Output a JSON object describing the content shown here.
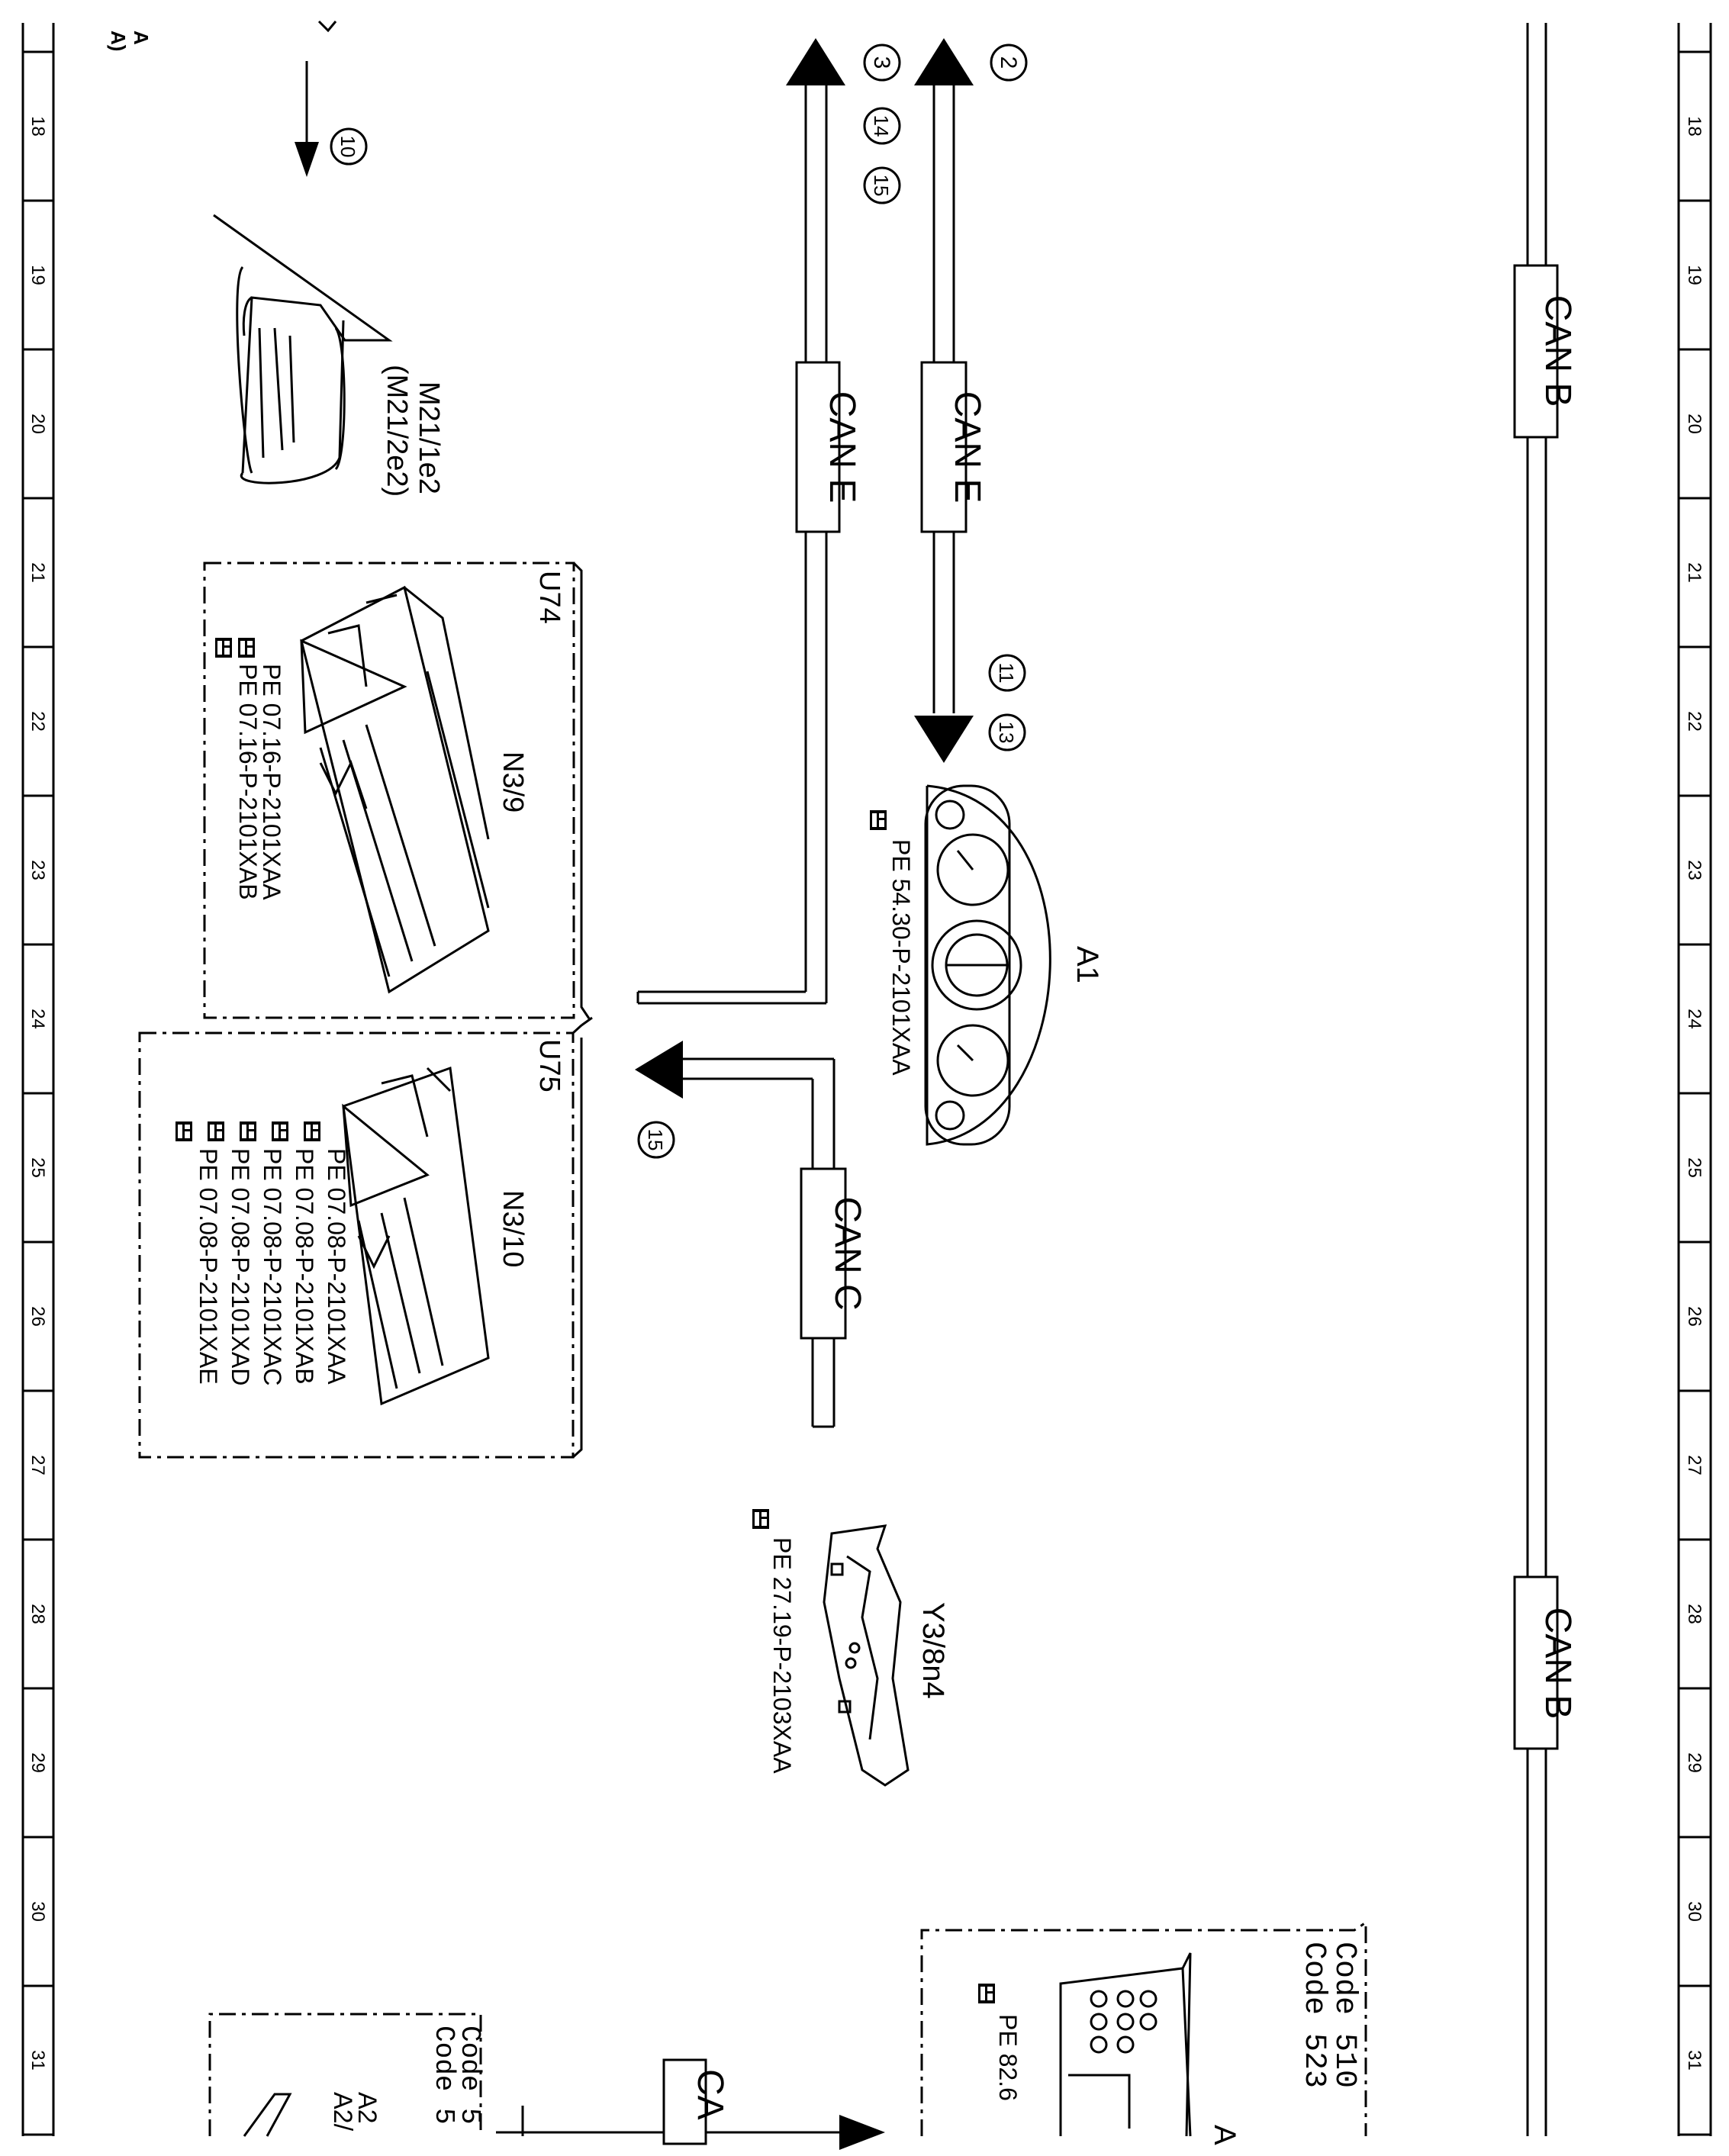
{
  "grid": {
    "numbers": [
      "18",
      "19",
      "20",
      "21",
      "22",
      "23",
      "24",
      "25",
      "26",
      "27",
      "28",
      "29",
      "30",
      "31"
    ]
  },
  "corner_text": {
    "line1": "A",
    "line2": "A)"
  },
  "bus_labels": {
    "can_e_left": "CAN E",
    "can_e_right": "CAN E",
    "can_c": "CAN C",
    "can_b_upper": "CAN B",
    "can_b_lower": "CAN B",
    "can_partial": "CA"
  },
  "refs": {
    "r2": "2",
    "r3": "3",
    "r14": "14",
    "r15_top": "15",
    "r10": "10",
    "r11": "11",
    "r13": "13",
    "r15_branch": "15"
  },
  "components": {
    "mirror": {
      "name": "M21/1e2",
      "alt": "(M21/2e2)"
    },
    "u74": {
      "group": "U74",
      "name": "N3/9",
      "docs": [
        "PE 07.16-P-2101XAA",
        "PE 07.16-P-2101XAB"
      ]
    },
    "u75": {
      "group": "U75",
      "name": "N3/10",
      "docs": [
        "PE 07.08-P-2101XAA",
        "PE 07.08-P-2101XAB",
        "PE 07.08-P-2101XAC",
        "PE 07.08-P-2101XAD",
        "PE 07.08-P-2101XAE"
      ]
    },
    "a1": {
      "name": "A1",
      "doc": "PE 54.30-P-2101XAA"
    },
    "y3": {
      "name": "Y3/8n4",
      "doc": "PE 27.19-P-2103XAA"
    },
    "radio": {
      "code1": "Code 510",
      "code2": "Code 523",
      "doc": "PE 82.6",
      "name": "A"
    },
    "partial_box": {
      "code1": "Code 5",
      "code2": "Code 5",
      "name1": "A2",
      "name2": "A2/"
    }
  },
  "colors": {
    "ink": "#000000",
    "label_fill": "#ffffff",
    "dashed_box": "#000000"
  }
}
